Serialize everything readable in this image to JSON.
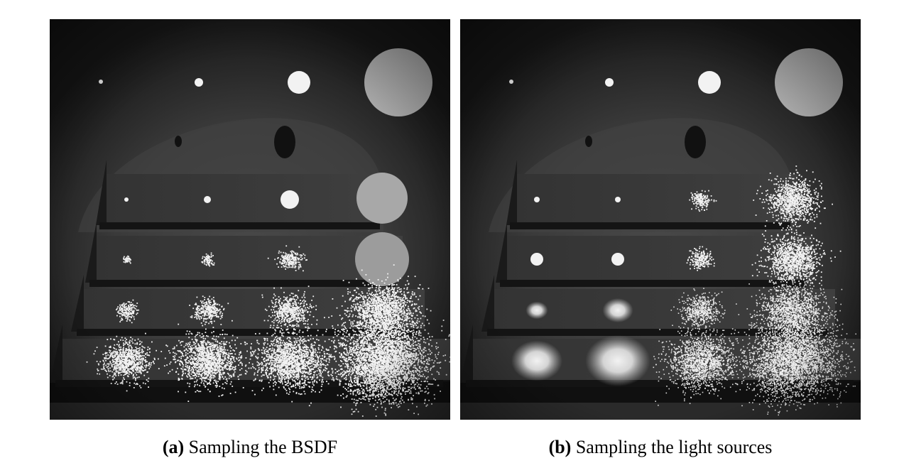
{
  "figures": [
    {
      "id": "a",
      "caption_label": "(a)",
      "caption_text": "Sampling the BSDF",
      "method": "bsdf"
    },
    {
      "id": "b",
      "caption_label": "(b)",
      "caption_text": "Sampling the light sources",
      "method": "light"
    }
  ],
  "colors": {
    "background": "#ffffff",
    "scene_dark": "#1a1a1a",
    "plate": "#3a3a3a",
    "light": "#f2f2f2",
    "big_light": "#a8a8a8"
  }
}
